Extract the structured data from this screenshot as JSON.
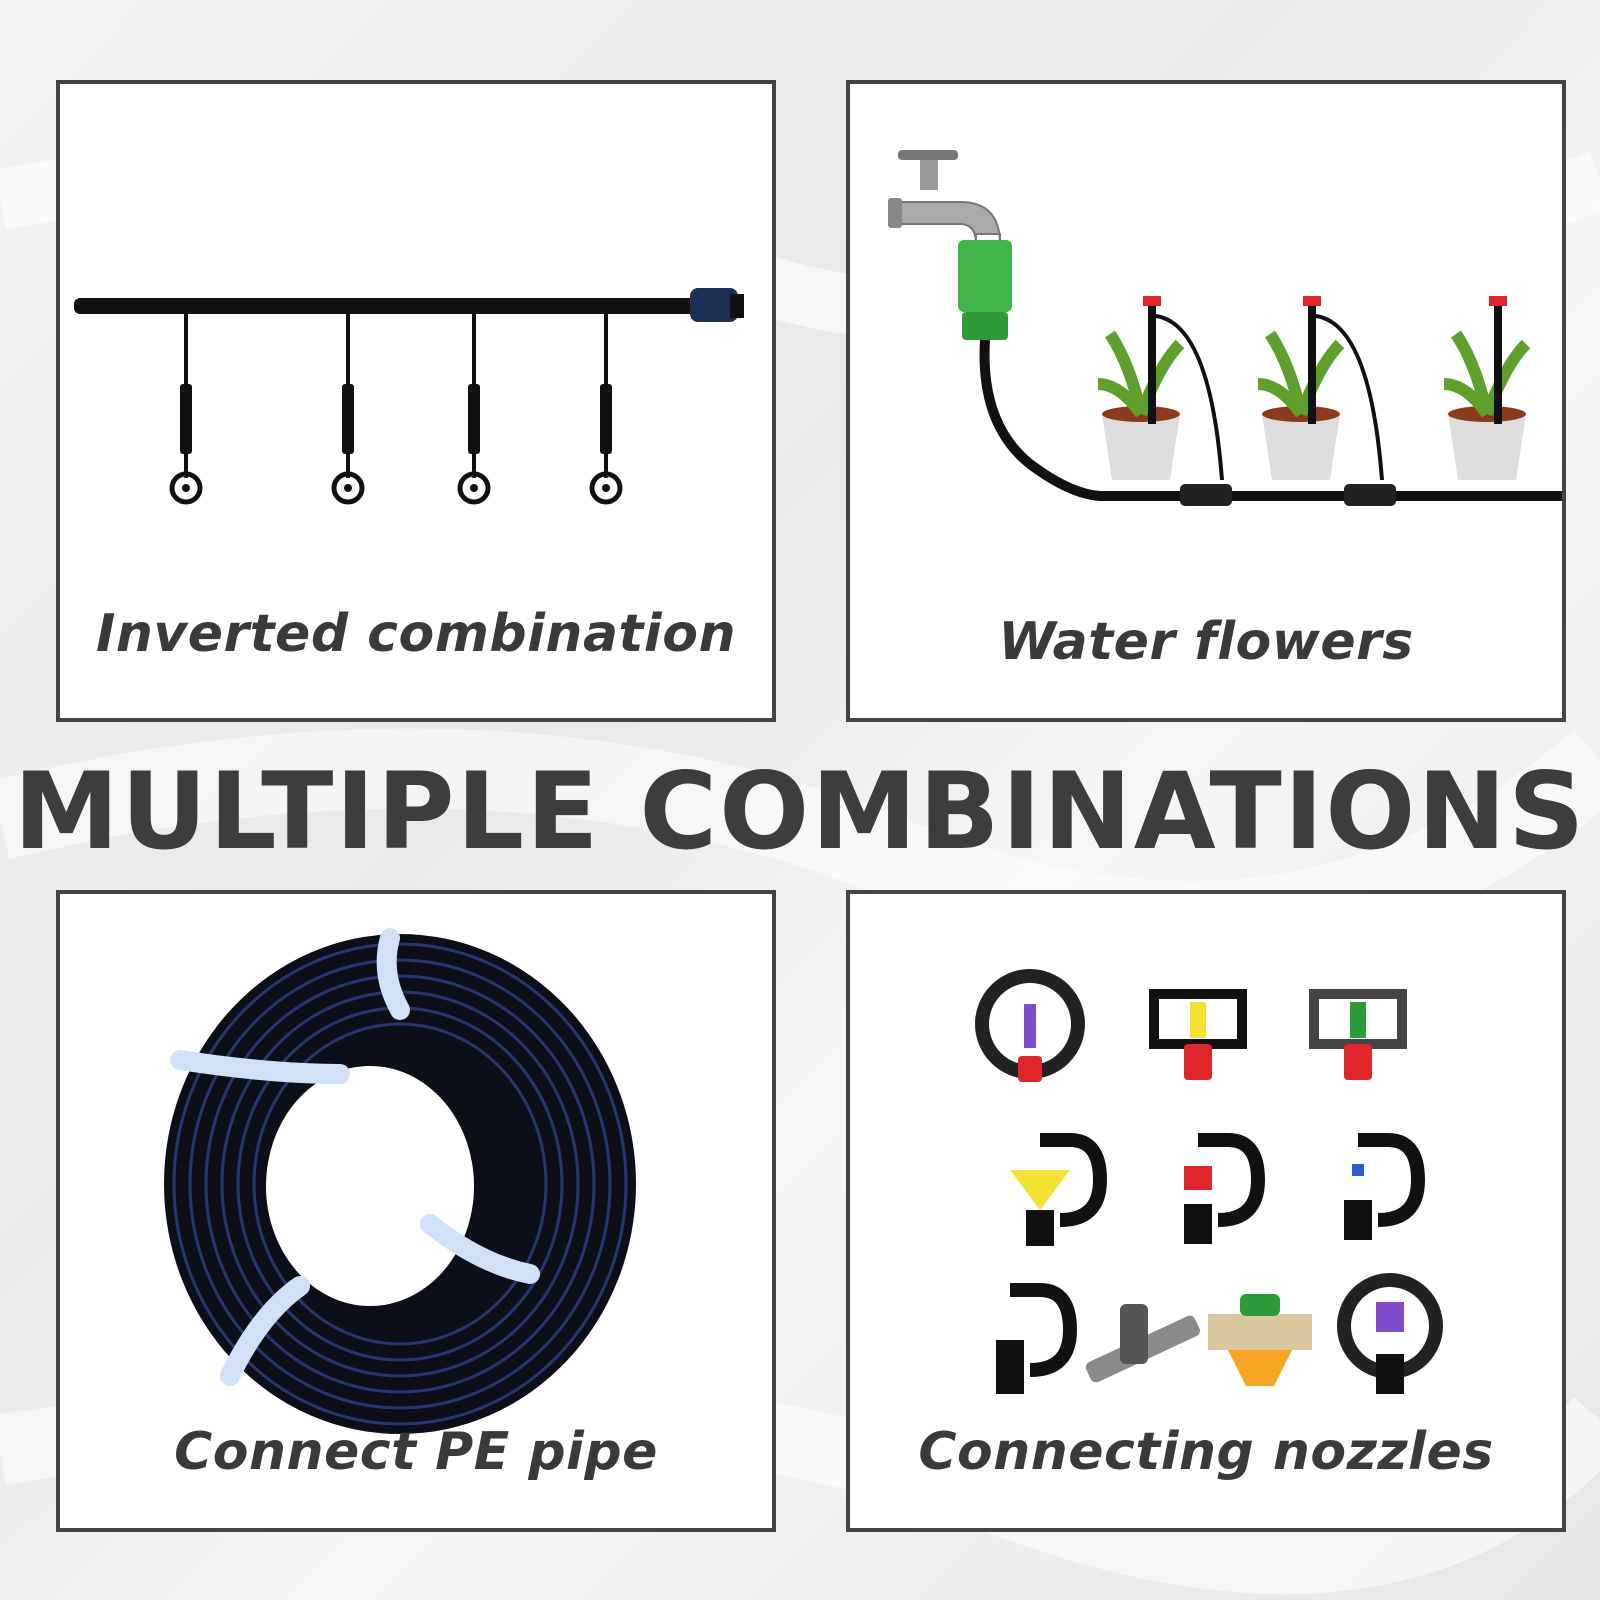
{
  "heading": "MULTIPLE COMBINATIONS",
  "panels": [
    {
      "caption": "Inverted combination",
      "icon": "inverted-sprinkler-pipe"
    },
    {
      "caption": "Water flowers",
      "icon": "faucet-drip-irrigation-pots"
    },
    {
      "caption": "Connect PE pipe",
      "icon": "pe-pipe-coil"
    },
    {
      "caption": "Connecting nozzles",
      "icon": "sprinkler-nozzles-set"
    }
  ],
  "colors": {
    "text": "#3d3d3d",
    "border": "#444444",
    "accent_green": "#3fb54a",
    "accent_red": "#e0262b"
  }
}
